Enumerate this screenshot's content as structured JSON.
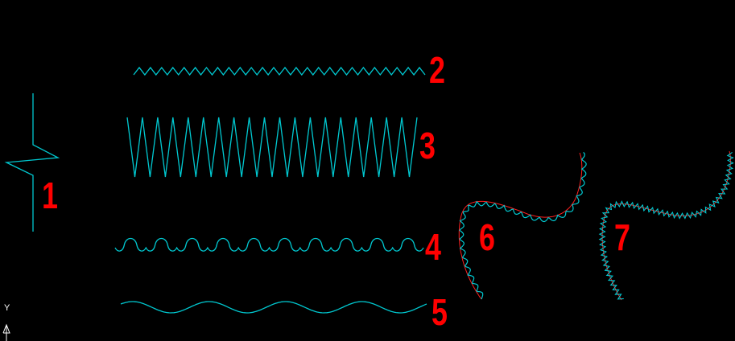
{
  "labels": {
    "one": "1",
    "two": "2",
    "three": "3",
    "four": "4",
    "five": "5",
    "six": "6",
    "seven": "7"
  },
  "ucs": {
    "axis_label": "Y"
  },
  "colors": {
    "background": "#000000",
    "line": "#00c8d0",
    "label": "#ff0000",
    "accent": "#ff2020",
    "ucs": "#ffffff"
  }
}
